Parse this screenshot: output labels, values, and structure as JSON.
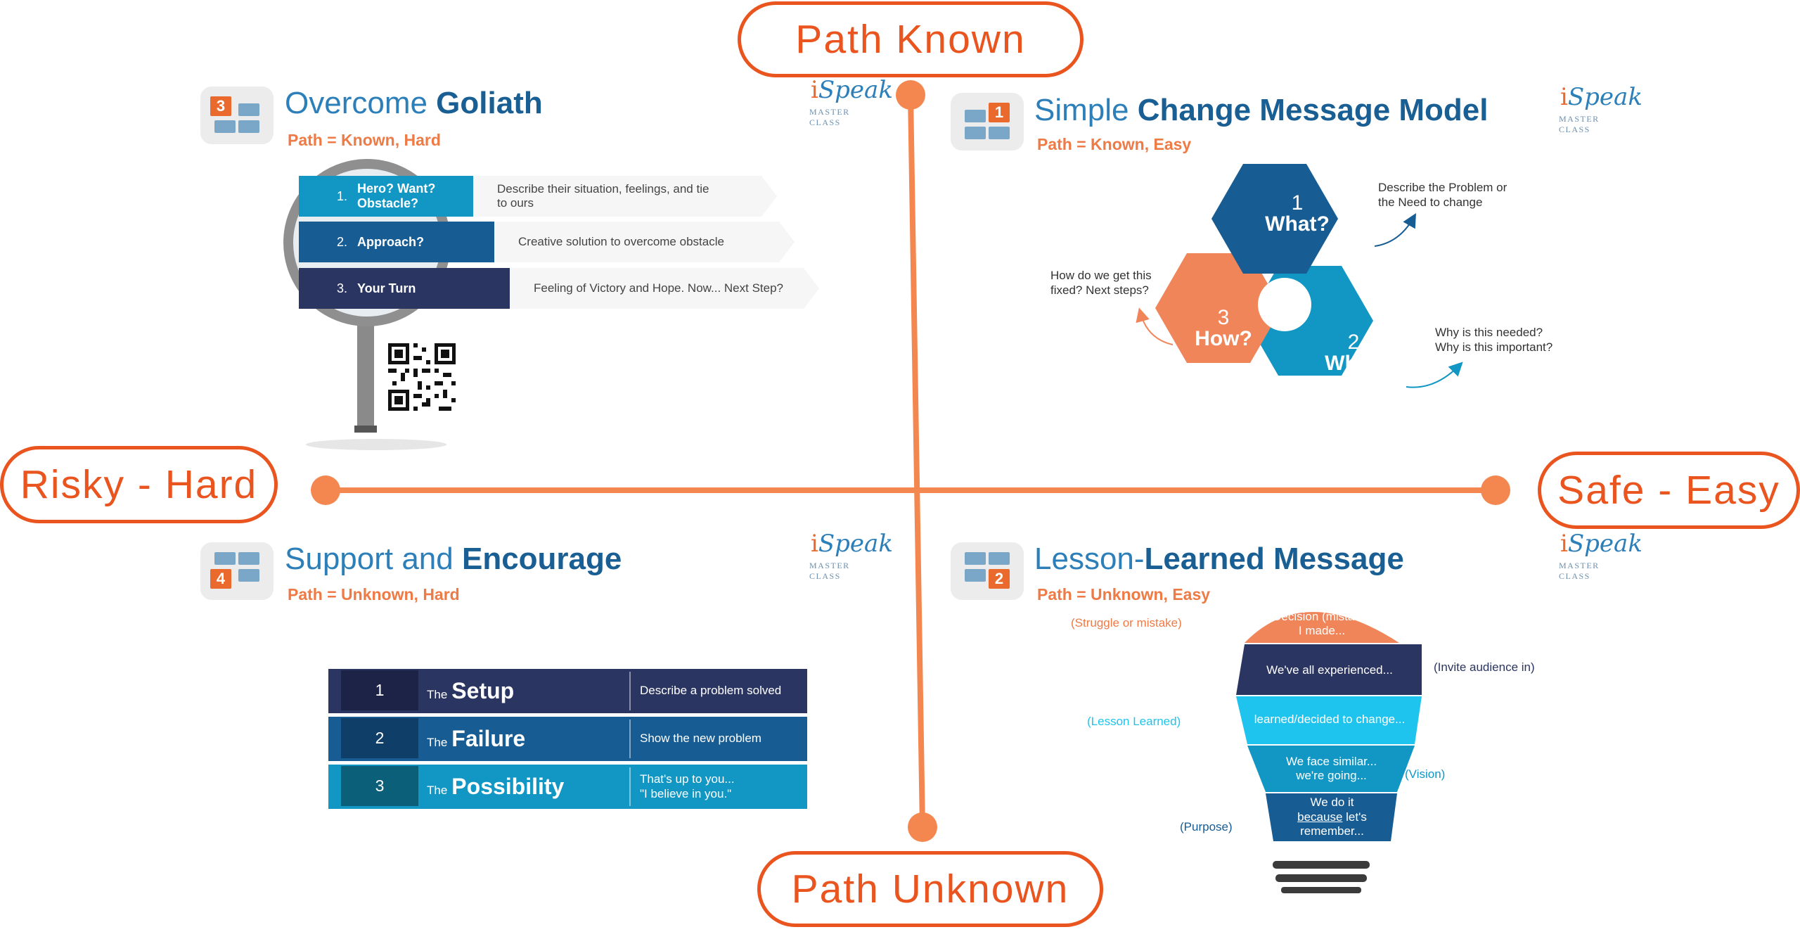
{
  "axes": {
    "top": "Path Known",
    "bottom": "Path Unknown",
    "left": "Risky - Hard",
    "right": "Safe - Easy"
  },
  "brand": {
    "prefix": "i",
    "word": "Speak",
    "sub": "MASTER CLASS"
  },
  "colors": {
    "accent": "#e9541f",
    "navy": "#2b3561",
    "blue": "#1a5f93",
    "teal": "#0e96c2"
  },
  "q3": {
    "number": "3",
    "title_plain": "Overcome ",
    "title_bold": "Goliath",
    "path": "Path = Known, Hard",
    "rows": [
      {
        "num": "1.",
        "label": "Hero? Want?",
        "label2": "Obstacle?",
        "desc": "Describe their situation, feelings, and tie",
        "desc2": "to ours"
      },
      {
        "num": "2.",
        "label": "Approach?",
        "desc": "Creative solution to overcome obstacle"
      },
      {
        "num": "3.",
        "label": "Your Turn",
        "desc": "Feeling of Victory and Hope. Now... Next Step?"
      }
    ]
  },
  "q1": {
    "number": "1",
    "title_plain": "Simple ",
    "title_bold": "Change Message Model",
    "path": "Path = Known, Easy",
    "hexes": [
      {
        "num": "1",
        "label": "What?"
      },
      {
        "num": "2",
        "label": "Why?"
      },
      {
        "num": "3",
        "label": "How?"
      }
    ],
    "notes": {
      "what": "Describe the Problem or\nthe Need to change",
      "why": "Why is this needed?\nWhy is this important?",
      "how": "How do we get this\nfixed? Next steps?"
    }
  },
  "q4": {
    "number": "4",
    "title_plain": "Support and ",
    "title_bold": "Encourage",
    "path": "Path = Unknown, Hard",
    "rows": [
      {
        "num": "1",
        "the": "The",
        "label": "Setup",
        "desc": "Describe a problem solved"
      },
      {
        "num": "2",
        "the": "The",
        "label": "Failure",
        "desc": "Show the new problem"
      },
      {
        "num": "3",
        "the": "The",
        "label": "Possibility",
        "desc": "That's up to you...\n\"I believe in you.\""
      }
    ]
  },
  "q2": {
    "number": "2",
    "title_plain": "Lesson-",
    "title_bold": "Learned Message",
    "path": "Path = Unknown, Easy",
    "bands": [
      {
        "text": "Decision (mistake)\nI made...",
        "note": "(Struggle or mistake)"
      },
      {
        "text": "We've all experienced...",
        "note": "(Invite audience in)"
      },
      {
        "text": "learned/decided to change...",
        "note": "(Lesson Learned)"
      },
      {
        "text": "We face similar...\nwe're going...",
        "note": "(Vision)"
      },
      {
        "text_a": "We do it",
        "text_b": "because",
        "text_c": " let's",
        "text_d": "remember...",
        "note": "(Purpose)"
      }
    ]
  }
}
